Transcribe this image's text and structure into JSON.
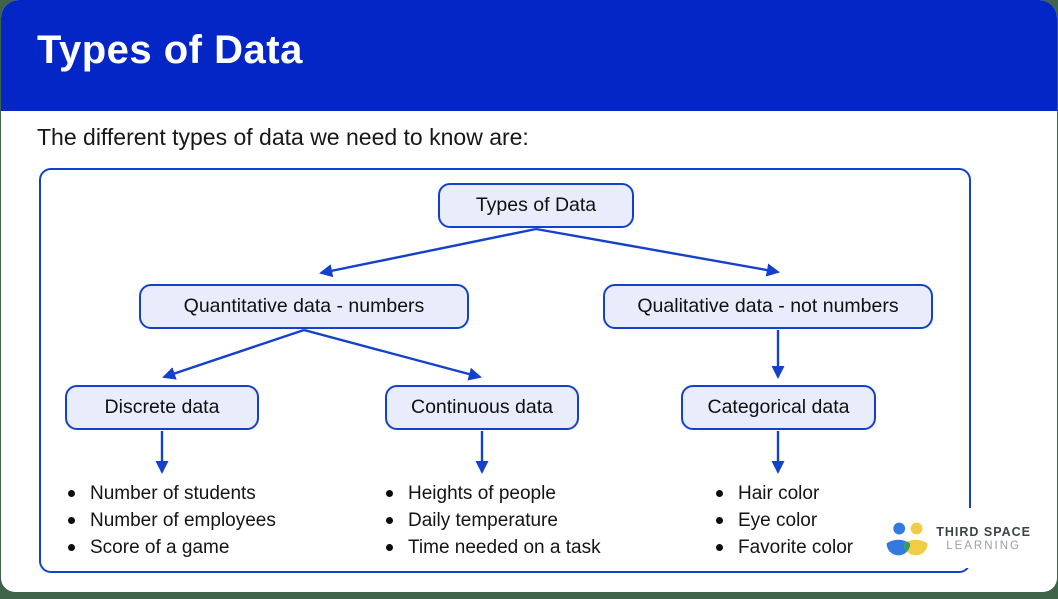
{
  "header": {
    "title": "Types of Data",
    "bg_color": "#0426c7",
    "text_color": "#ffffff"
  },
  "intro_text": "The different types of data we need to know are:",
  "diagram": {
    "accent_color": "#1341cb",
    "node_fill_color": "#e9edfb",
    "root": {
      "label": "Types of Data"
    },
    "level2": [
      {
        "label": "Quantitative data - numbers"
      },
      {
        "label": "Qualitative data - not numbers"
      }
    ],
    "level3": [
      {
        "label": "Discrete data"
      },
      {
        "label": "Continuous data"
      },
      {
        "label": "Categorical data"
      }
    ],
    "lists": [
      {
        "parent": "Discrete data",
        "items": [
          "Number of students",
          "Number of employees",
          "Score of a game"
        ]
      },
      {
        "parent": "Continuous data",
        "items": [
          "Heights of people",
          "Daily temperature",
          "Time needed on a task"
        ]
      },
      {
        "parent": "Categorical data",
        "items": [
          "Hair color",
          "Eye color",
          "Favorite color"
        ]
      }
    ]
  },
  "logo": {
    "line1": "THIRD SPACE",
    "line2": "LEARNING",
    "icon_colors": {
      "blue": "#3579e0",
      "yellow": "#f0cd42",
      "green": "#2fa05f"
    }
  },
  "page": {
    "background_color": "#3e6348"
  }
}
